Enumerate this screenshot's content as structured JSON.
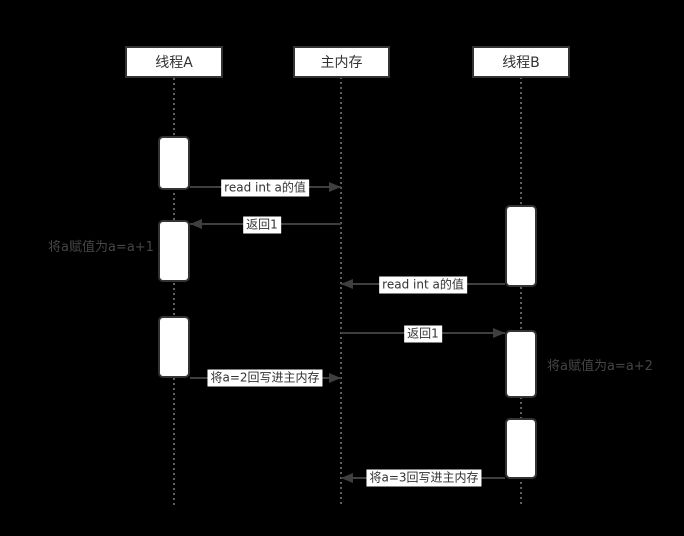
{
  "colors": {
    "background": "#000000",
    "box_fill": "#ffffff",
    "box_border": "#333333",
    "arrow": "#3f3f3f",
    "label_text": "#333333",
    "note_text": "#454545",
    "lifeline_dot": "#5f5f5f"
  },
  "actors": [
    {
      "id": "thread-a",
      "label": "线程A"
    },
    {
      "id": "main-memory",
      "label": "主内存"
    },
    {
      "id": "thread-b",
      "label": "线程B"
    }
  ],
  "messages": [
    {
      "label": "read int a的值",
      "from": "thread-a",
      "to": "main-memory",
      "direction": "right"
    },
    {
      "label": "返回1",
      "from": "main-memory",
      "to": "thread-a",
      "direction": "left"
    },
    {
      "label": "read int a的值",
      "from": "thread-b",
      "to": "main-memory",
      "direction": "left"
    },
    {
      "label": "返回1",
      "from": "main-memory",
      "to": "thread-b",
      "direction": "right"
    },
    {
      "label": "将a=2回写进主内存",
      "from": "thread-a",
      "to": "main-memory",
      "direction": "right"
    },
    {
      "label": "将a=3回写进主内存",
      "from": "thread-b",
      "to": "main-memory",
      "direction": "left"
    }
  ],
  "notes": [
    {
      "label": "将a赋值为a=a+1",
      "attached_to": "thread-a",
      "side": "left"
    },
    {
      "label": "将a赋值为a=a+2",
      "attached_to": "thread-b",
      "side": "right"
    }
  ]
}
